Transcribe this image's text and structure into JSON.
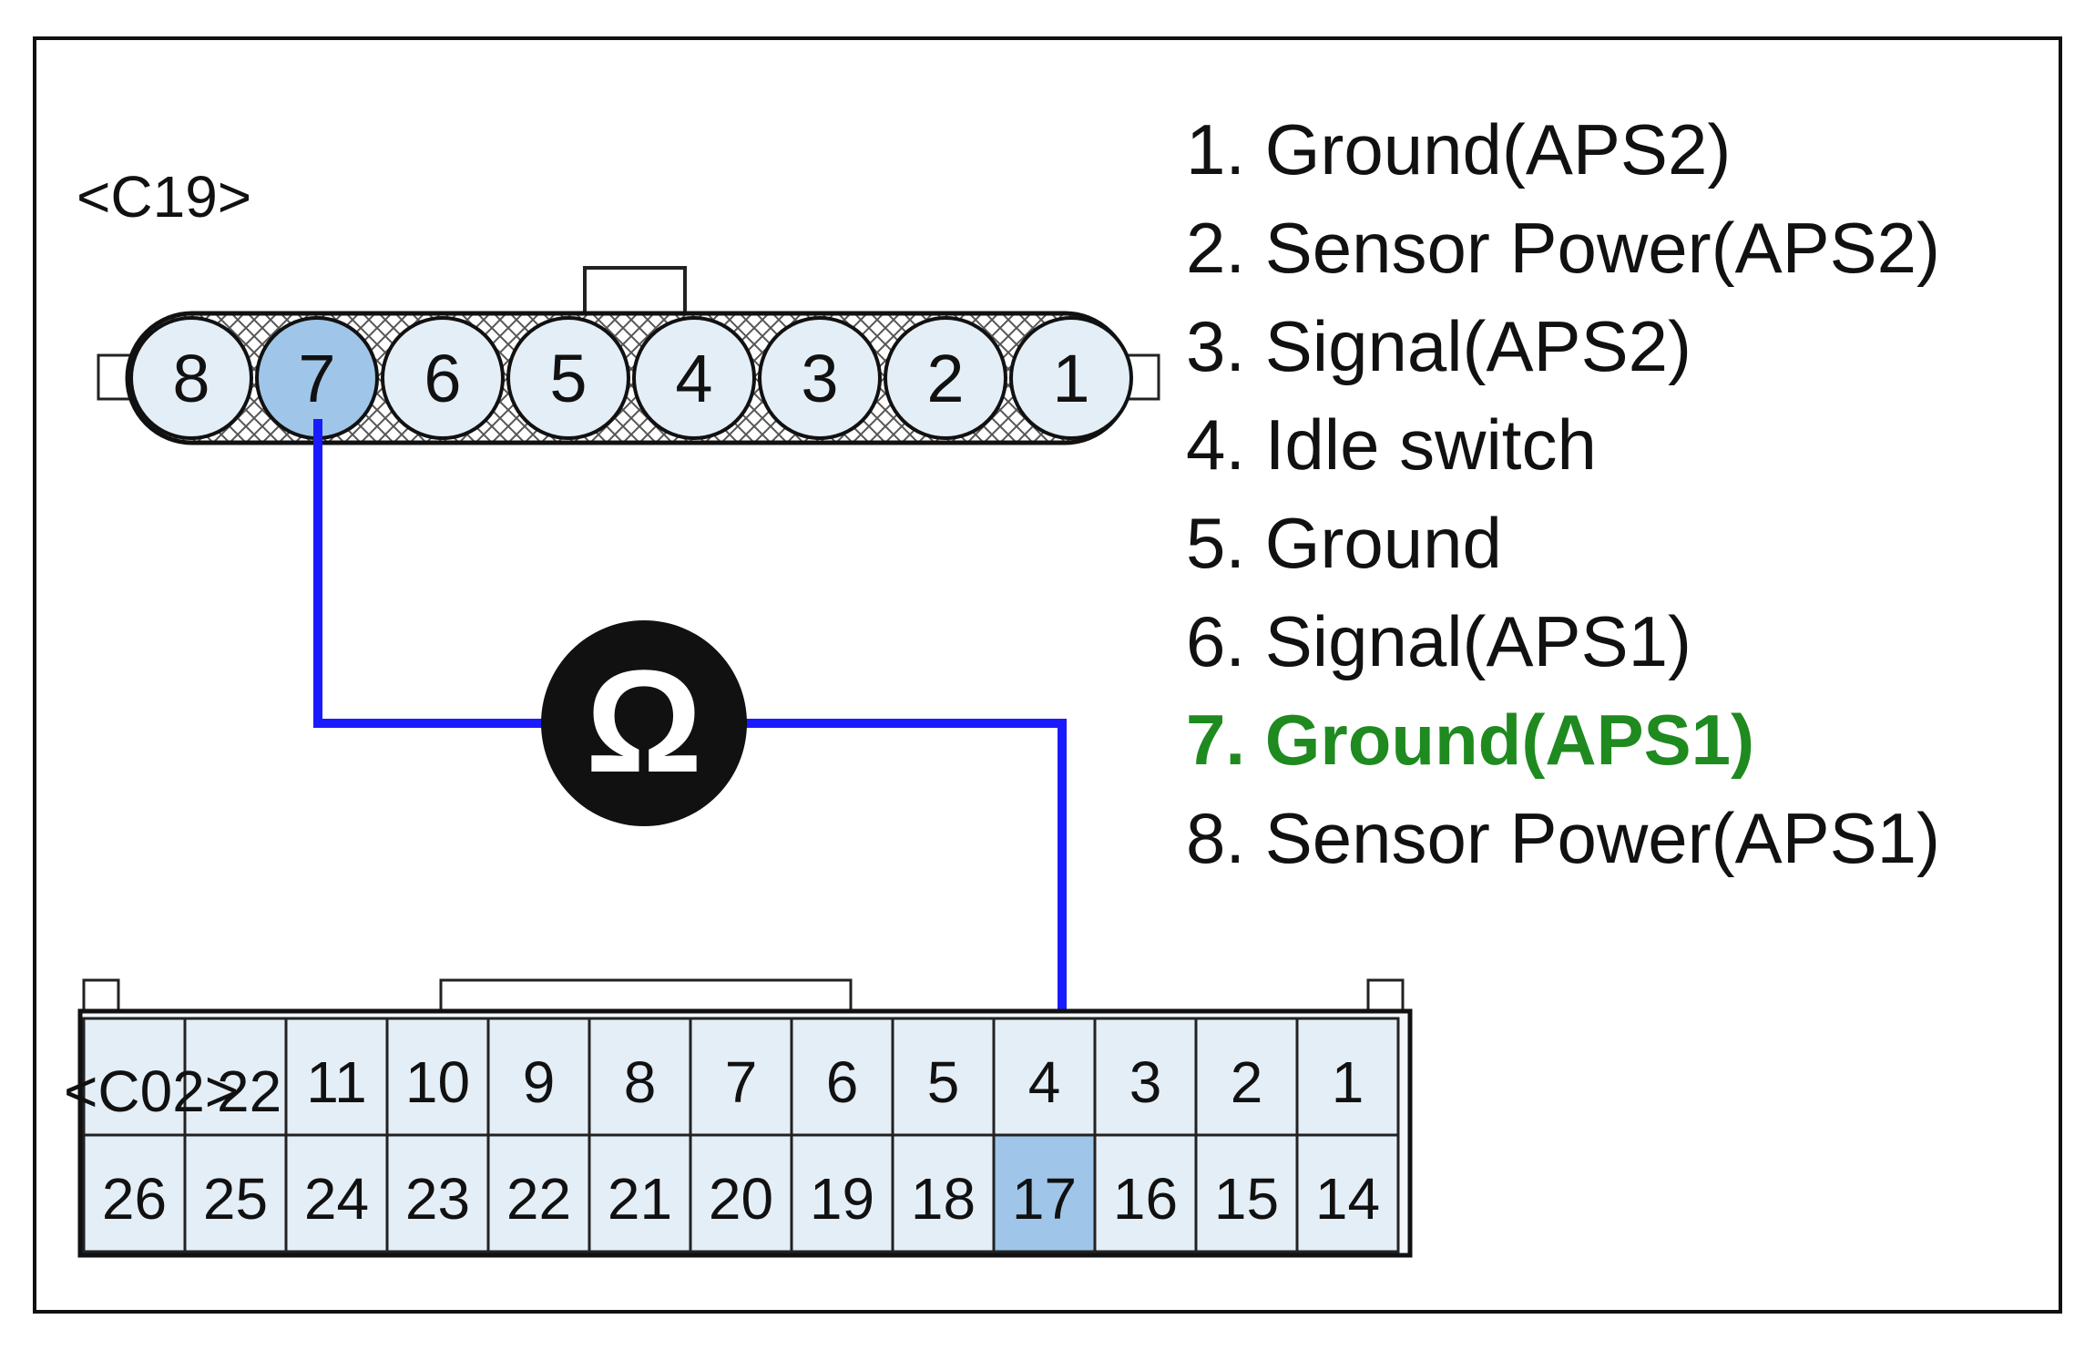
{
  "connectors": {
    "c19": {
      "label": "<C19>",
      "pins": [
        "8",
        "7",
        "6",
        "5",
        "4",
        "3",
        "2",
        "1"
      ],
      "highlight": "7"
    },
    "c02": {
      "label": "<C02>",
      "overlap_label": "22",
      "top_row": [
        "11",
        "10",
        "9",
        "8",
        "7",
        "6",
        "5",
        "4",
        "3",
        "2",
        "1"
      ],
      "bottom_row": [
        "26",
        "25",
        "24",
        "23",
        "22",
        "21",
        "20",
        "19",
        "18",
        "17",
        "16",
        "15",
        "14"
      ],
      "highlight": "17"
    }
  },
  "meter": {
    "symbol": "Ω"
  },
  "legend": [
    {
      "text": "1. Ground(APS2)",
      "highlight": false
    },
    {
      "text": "2. Sensor Power(APS2)",
      "highlight": false
    },
    {
      "text": "3. Signal(APS2)",
      "highlight": false
    },
    {
      "text": "4. Idle switch",
      "highlight": false
    },
    {
      "text": "5. Ground",
      "highlight": false
    },
    {
      "text": "6. Signal(APS1)",
      "highlight": false
    },
    {
      "text": "7. Ground(APS1)",
      "highlight": true
    },
    {
      "text": "8. Sensor Power(APS1)",
      "highlight": false
    }
  ],
  "colors": {
    "wire": "#1a1aff",
    "pin_fill": "#e4eef6",
    "pin_highlight": "#9fc6e8",
    "legend_highlight": "#1f8a1f"
  }
}
